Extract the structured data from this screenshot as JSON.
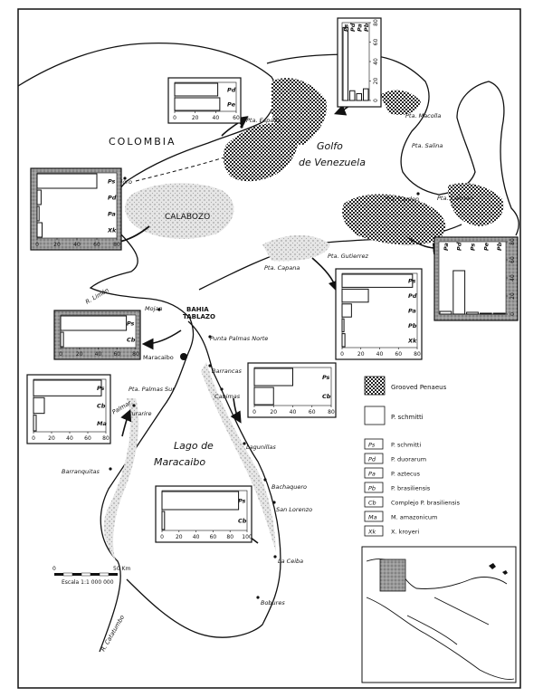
{
  "map": {
    "region_labels": {
      "colombia": "COLOMBIA",
      "golfo1": "Golfo",
      "golfo2": "de Venezuela",
      "calabozo": "CALABOZO",
      "bahia1": "BAHIA",
      "bahia2": "TABLAZO",
      "lago1": "Lago de",
      "lago2": "Maracaibo"
    },
    "places": {
      "pta_espada": "Pta. Espada",
      "pta_macolla": "Pta. Macolla",
      "pta_salina": "Pta. Salina",
      "pta_cardon": "Pta. Cardon",
      "pta_caiman": "Pta. Caiman",
      "pta_gutierrez": "Pta. Gutierrez",
      "pta_capana": "Pta. Capana",
      "cojoro": "Cojoro",
      "r_limon": "R. Limón",
      "mojan": "Mojan",
      "punta_palmas_norte": "Punta Palmas Norte",
      "maracaibo": "Maracaibo",
      "barrancas": "Barrancas",
      "cabimas": "Cabimas",
      "pta_palmas_sur": "Pta. Palmas Sur",
      "r_palmar": "R. Palmar",
      "curarire": "Curarire",
      "lagunillas": "Lagunillas",
      "barranquitas": "Barranquitas",
      "bachaquero": "Bachaquero",
      "san_lorenzo": "San Lorenzo",
      "la_ceiba": "La Ceiba",
      "bobures": "Bobures",
      "r_catatumbo": "R. Catatumbo"
    },
    "scale": {
      "zero": "0",
      "fifty": "50 Km",
      "text": "Escala 1:1 000 000"
    }
  },
  "legend": {
    "grooved": "Grooved Penaeus",
    "schmitti": "P. schmitti",
    "species": [
      {
        "code": "Ps",
        "name": "P. schmitti"
      },
      {
        "code": "Pd",
        "name": "P. duorarum"
      },
      {
        "code": "Pa",
        "name": "P. aztecus"
      },
      {
        "code": "Pb",
        "name": "P. brasiliensis"
      },
      {
        "code": "Cb",
        "name": "Complejo P. brasiliensis"
      },
      {
        "code": "Ma",
        "name": "M. amazonicum"
      },
      {
        "code": "Xk",
        "name": "X. kroyeri"
      }
    ]
  },
  "chart_data": [
    {
      "type": "bar",
      "id": "espada",
      "categories": [
        "Pd",
        "Pe"
      ],
      "values": [
        42,
        44
      ],
      "xticks": [
        "0",
        "20",
        "40",
        "60"
      ],
      "xlim": [
        0,
        60
      ]
    },
    {
      "type": "bar",
      "id": "macolla",
      "categories": [
        "Ps",
        "Pd",
        "Pa",
        "Pb"
      ],
      "values": [
        75,
        10,
        7,
        12
      ],
      "xticks": [
        "0",
        "20",
        "40",
        "60",
        "80"
      ],
      "xlim": [
        0,
        80
      ]
    },
    {
      "type": "bar",
      "id": "cojoro",
      "categories": [
        "Ps",
        "Pd",
        "Pa",
        "Xk"
      ],
      "values": [
        60,
        4,
        2,
        5
      ],
      "xticks": [
        "0",
        "20",
        "40",
        "60",
        "80"
      ],
      "xlim": [
        0,
        80
      ]
    },
    {
      "type": "bar",
      "id": "capana",
      "categories": [
        "Ps",
        "Pd",
        "Pa",
        "Pb",
        "Xk"
      ],
      "values": [
        75,
        28,
        10,
        2,
        3
      ],
      "xticks": [
        "0",
        "20",
        "40",
        "60",
        "80"
      ],
      "xlim": [
        0,
        80
      ]
    },
    {
      "type": "bar",
      "id": "caiman",
      "categories": [
        "Pa",
        "Pd",
        "Ps",
        "Pe",
        "Pb"
      ],
      "values": [
        3,
        48,
        2,
        1,
        1
      ],
      "xticks": [
        "0",
        "20",
        "40",
        "60",
        "80"
      ],
      "xlim": [
        0,
        80
      ]
    },
    {
      "type": "bar",
      "id": "tablazo",
      "categories": [
        "Ps",
        "Cb"
      ],
      "values": [
        70,
        3
      ],
      "xticks": [
        "0",
        "20",
        "40",
        "60",
        "80"
      ],
      "xlim": [
        0,
        80
      ]
    },
    {
      "type": "bar",
      "id": "cabimas",
      "categories": [
        "Ps",
        "Cb"
      ],
      "values": [
        40,
        20
      ],
      "xticks": [
        "0",
        "20",
        "40",
        "60",
        "80"
      ],
      "xlim": [
        0,
        80
      ]
    },
    {
      "type": "bar",
      "id": "palmas_sur",
      "categories": [
        "Ps",
        "Cb",
        "Ma"
      ],
      "values": [
        75,
        12,
        3
      ],
      "xticks": [
        "0",
        "20",
        "40",
        "60",
        "80"
      ],
      "xlim": [
        0,
        80
      ]
    },
    {
      "type": "bar",
      "id": "lago",
      "categories": [
        "Ps",
        "Cb"
      ],
      "values": [
        90,
        3
      ],
      "xticks": [
        "0",
        "20",
        "40",
        "60",
        "80",
        "100"
      ],
      "xlim": [
        0,
        100
      ]
    }
  ]
}
